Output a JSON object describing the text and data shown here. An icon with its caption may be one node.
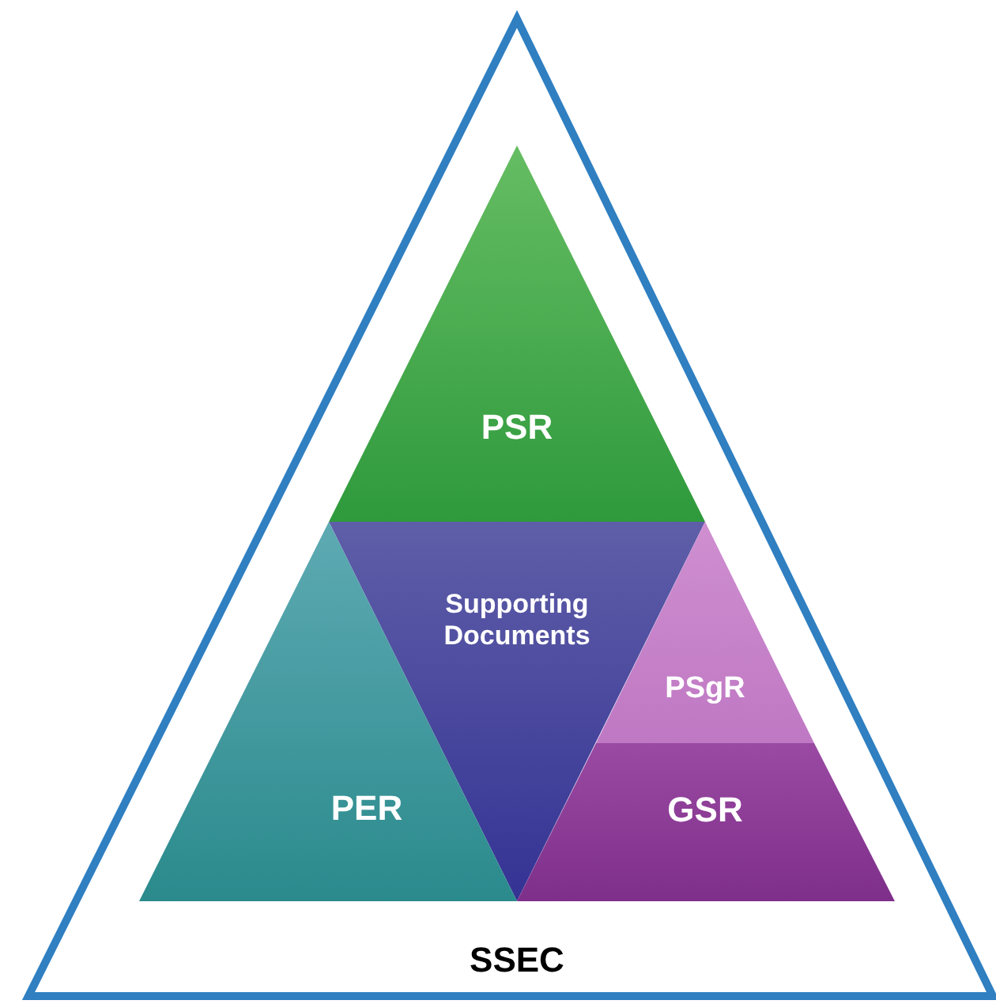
{
  "diagram": {
    "nodes": [
      {
        "text": [
          "SSEC"
        ]
      },
      {
        "text": [
          "PSR"
        ],
        "in": 0
      },
      {
        "text": [
          "Supporting Documents"
        ],
        "in": 0
      },
      {
        "text": [
          "PER"
        ],
        "in": 0
      },
      {
        "text": [
          "PSgR"
        ],
        "in": 0
      },
      {
        "text": [
          "GSR"
        ],
        "in": 0
      }
    ]
  }
}
